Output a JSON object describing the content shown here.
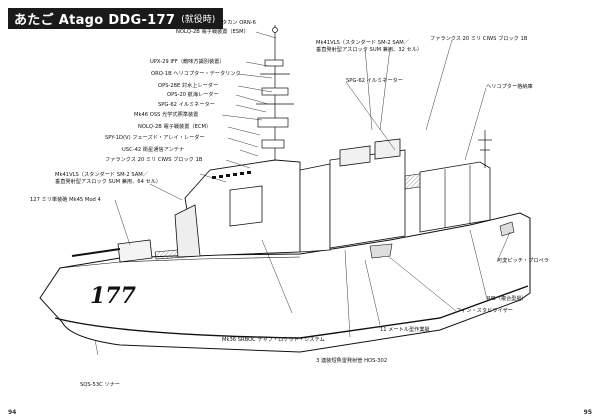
{
  "header": {
    "title": "あたご Atago DDG-177",
    "status": "(就役時)"
  },
  "hull_number": "177",
  "labels": {
    "tacan": "タカン ORN-6",
    "nolq2b_top": "NOLQ-2B 電子戦装置（ESM）",
    "upx29": "UPX-29 IFF（敵味方識別装置）",
    "orq1b": "ORQ-1B ヘリコプター・データリンク",
    "ops28e": "OPS-28E 対水上レーダー",
    "ops20": "OPS-20 航海レーダー",
    "spg62_fwd": "SPG-62 イルミネーター",
    "mk46_oss": "Mk46 OSS 光学式照準装置",
    "nolq2b_ecm": "NOLQ-2B 電子戦装置（ECM）",
    "spy1d": "SPY-1D(V) フェーズド・アレイ・レーダー",
    "usc42": "USC-42 衛星通信アンテナ",
    "ciws_fwd": "ファランクス 20 ミリ CIWS ブロック 1B",
    "mk41_fwd_1": "Mk41VLS（スタンダード SM-2 SAM／",
    "mk41_fwd_2": "垂直発射型アスロック SUM 兼用、64 セル）",
    "gun": "127 ミリ単装砲 Mk45 Mod 4",
    "mk41_aft_1": "Mk41VLS（スタンダード SM-2 SAM／",
    "mk41_aft_2": "垂直発射型アスロック SUM 兼用、32 セル）",
    "ciws_aft": "ファランクス 20 ミリ CIWS ブロック 1B",
    "spg62_aft": "SPG-62 イルミネーター",
    "hangar": "ヘリコプター格納庫",
    "propeller": "可変ピッチ・プロペラ",
    "rib": "RIB（複合型艇）",
    "stabilizer": "フィン・スタビライザー",
    "tubes": "3 連装短魚雷発射管 HOS-302",
    "launcher_11m": "11 メートル型作業艇",
    "mk36": "Mk36 SRBOC チャフ・ロケット・システム",
    "sonar": "SQS-53C ソナー"
  },
  "page_numbers": {
    "left": "94",
    "right": "95"
  }
}
